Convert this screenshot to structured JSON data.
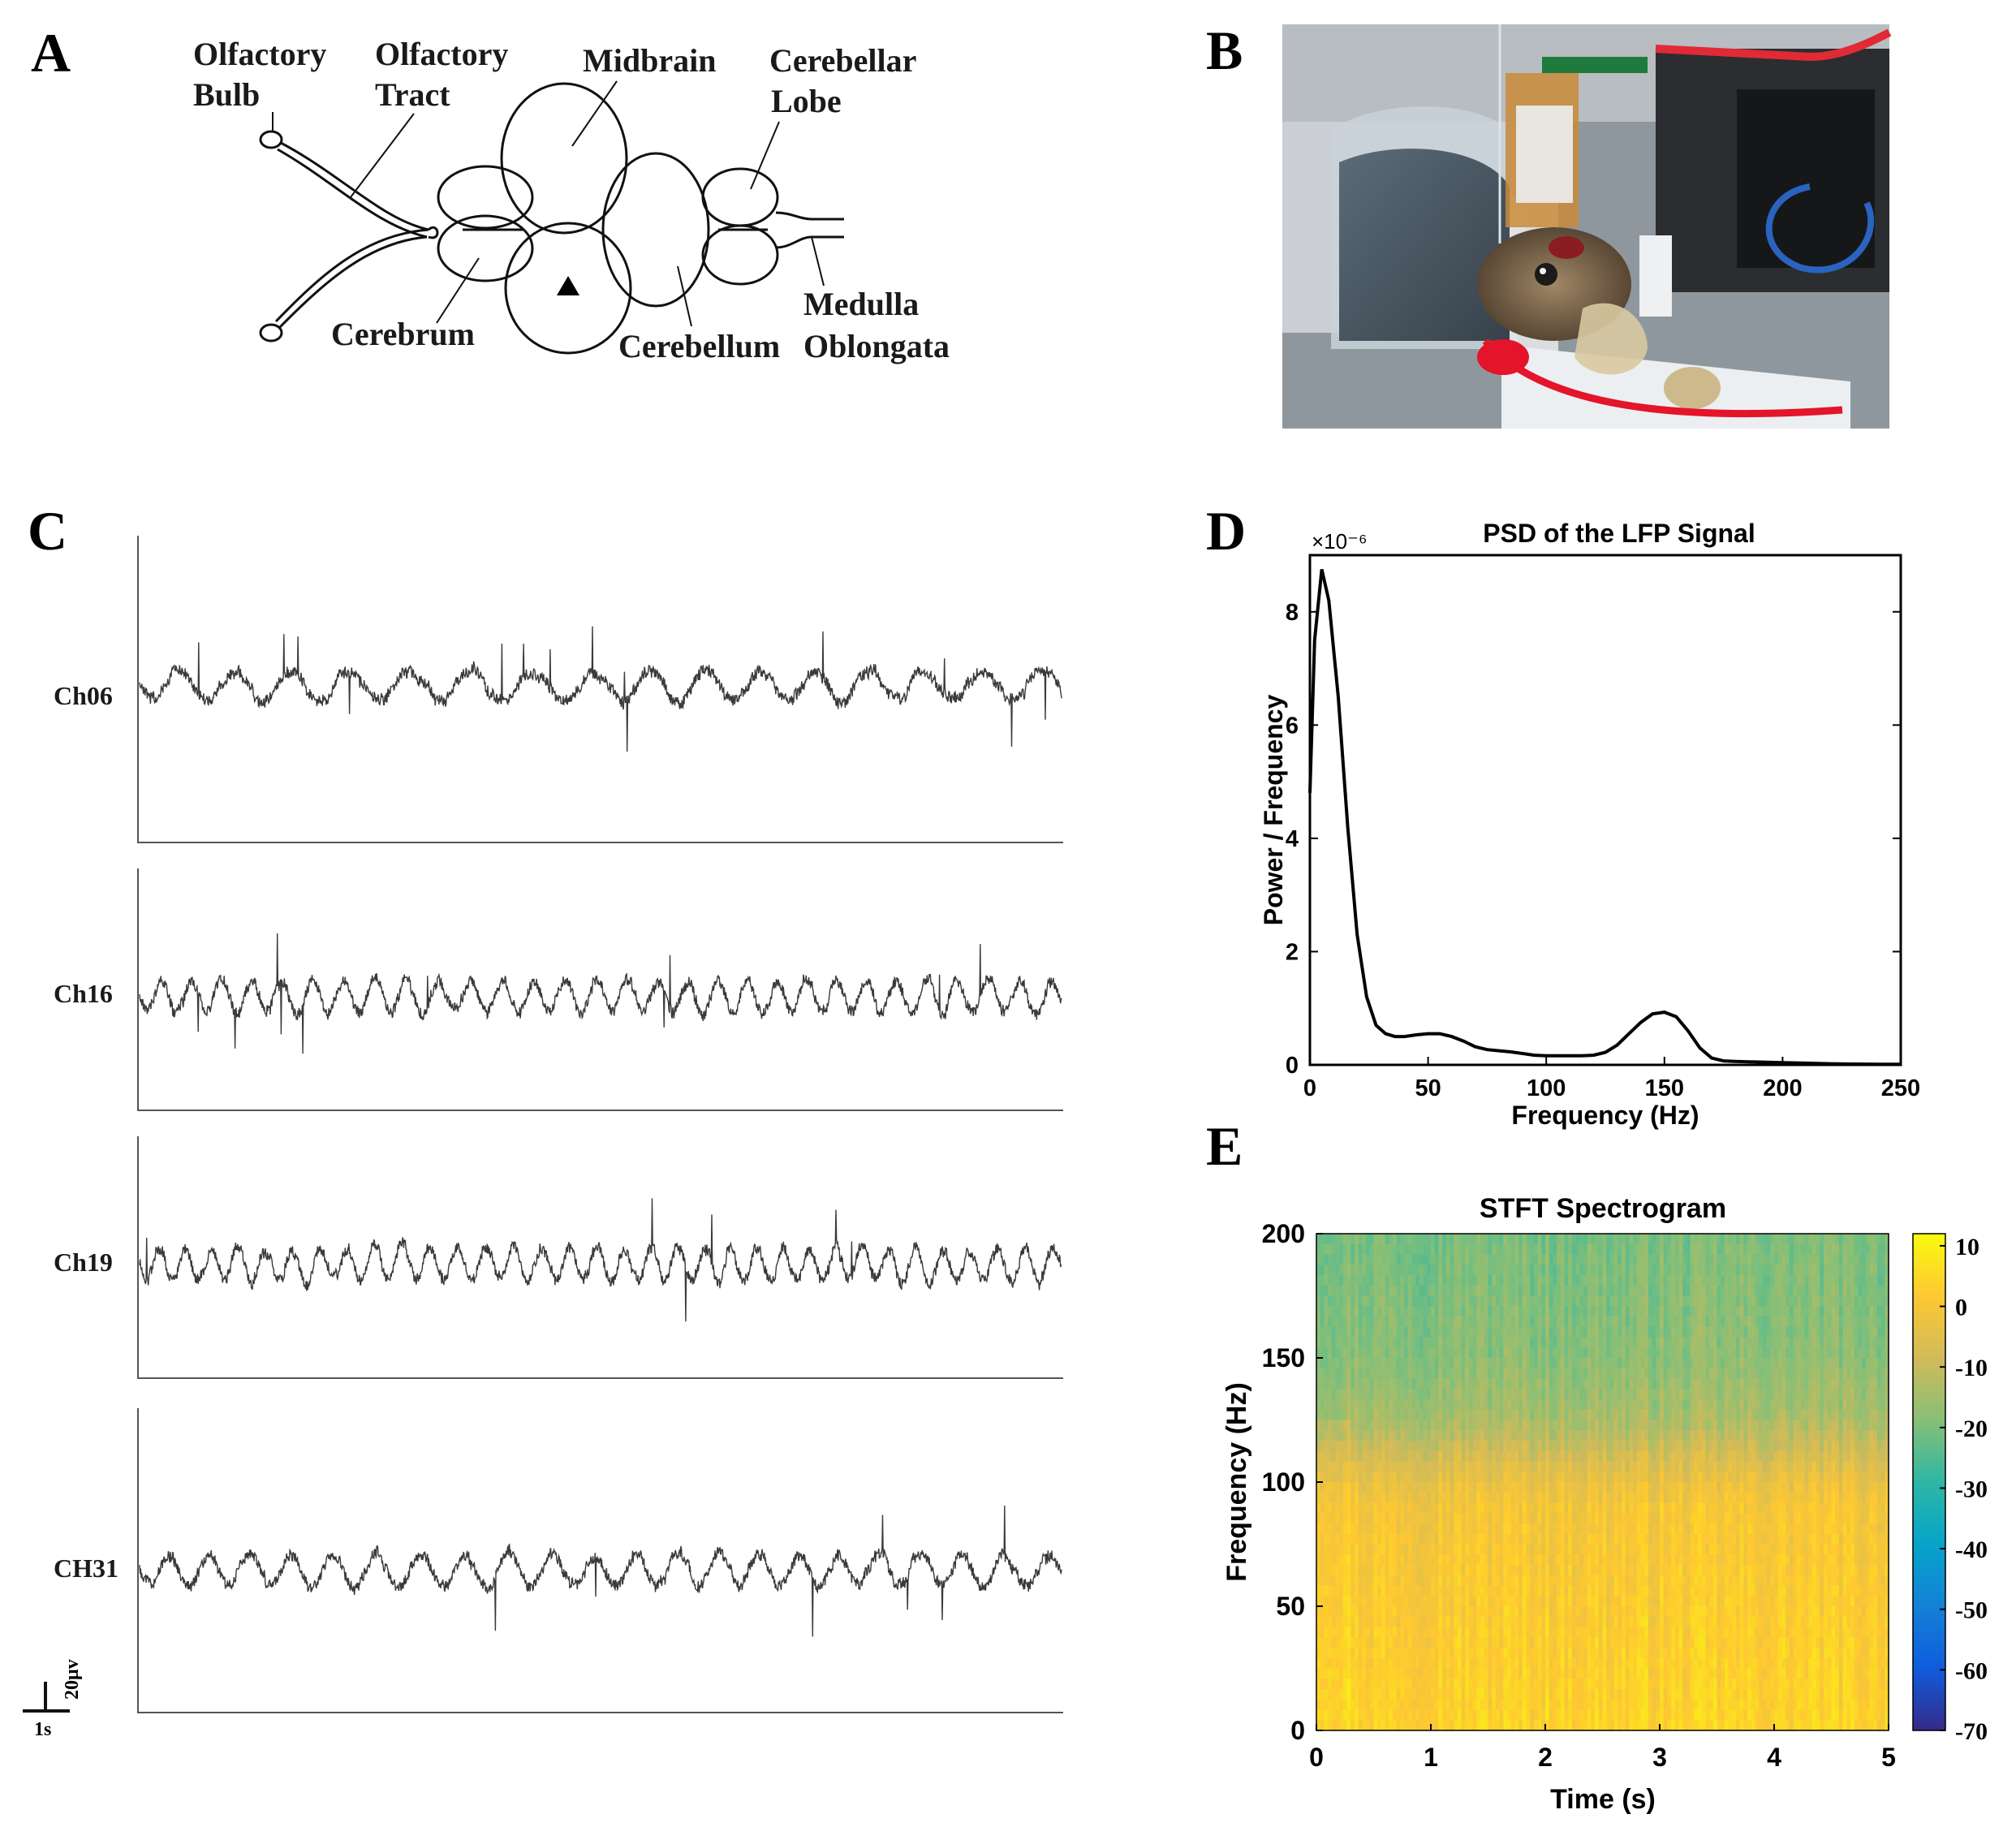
{
  "panels": {
    "a": {
      "letter": "A",
      "labels": {
        "olfactory_bulb": [
          "Olfactory",
          "Bulb"
        ],
        "olfactory_tract": [
          "Olfactory",
          "Tract"
        ],
        "midbrain": "Midbrain",
        "cerebellar_lobe": [
          "Cerebellar",
          "Lobe"
        ],
        "cerebrum": "Cerebrum",
        "cerebellum": "Cerebellum",
        "medulla_oblongata": [
          "Medulla",
          "Oblongata"
        ]
      }
    },
    "b": {
      "letter": "B"
    },
    "c": {
      "letter": "C",
      "channels": [
        "Ch06",
        "Ch16",
        "Ch19",
        "CH31"
      ],
      "scale_bar": {
        "vertical": "20μv",
        "horizontal": "1s"
      }
    },
    "d": {
      "letter": "D"
    },
    "e": {
      "letter": "E"
    }
  },
  "chart_data": [
    {
      "panel": "D",
      "type": "line",
      "title": "PSD of the LFP Signal",
      "xlabel": "Frequency (Hz)",
      "ylabel": "Power / Frequency",
      "y_multiplier": "×10⁻⁶",
      "xlim": [
        0,
        250
      ],
      "ylim": [
        0,
        9
      ],
      "xticks": [
        0,
        50,
        100,
        150,
        200,
        250
      ],
      "yticks": [
        0,
        2,
        4,
        6,
        8
      ],
      "grid": false,
      "series": [
        {
          "x": [
            0,
            2,
            5,
            8,
            12,
            16,
            20,
            24,
            28,
            32,
            36,
            40,
            45,
            50,
            55,
            60,
            65,
            70,
            75,
            80,
            85,
            90,
            95,
            100,
            105,
            110,
            115,
            120,
            125,
            130,
            135,
            140,
            145,
            150,
            155,
            160,
            165,
            170,
            175,
            180,
            190,
            200,
            210,
            220,
            230,
            240,
            250
          ],
          "y": [
            4.8,
            7.5,
            8.75,
            8.2,
            6.5,
            4.2,
            2.3,
            1.2,
            0.7,
            0.55,
            0.5,
            0.5,
            0.53,
            0.55,
            0.55,
            0.5,
            0.42,
            0.32,
            0.27,
            0.25,
            0.23,
            0.2,
            0.17,
            0.16,
            0.16,
            0.16,
            0.16,
            0.17,
            0.22,
            0.35,
            0.55,
            0.75,
            0.9,
            0.93,
            0.85,
            0.6,
            0.3,
            0.12,
            0.07,
            0.06,
            0.05,
            0.04,
            0.03,
            0.02,
            0.015,
            0.01,
            0.01
          ]
        }
      ]
    },
    {
      "panel": "E",
      "type": "heatmap",
      "title": "STFT Spectrogram",
      "xlabel": "Time (s)",
      "ylabel": "Frequency (Hz)",
      "xlim": [
        0,
        5
      ],
      "ylim": [
        0,
        200
      ],
      "xticks": [
        0,
        1,
        2,
        3,
        4,
        5
      ],
      "yticks": [
        0,
        50,
        100,
        150,
        200
      ],
      "colorbar": {
        "ticks": [
          10,
          0,
          -10,
          -20,
          -30,
          -40,
          -50,
          -60,
          -70
        ],
        "range": [
          -70,
          12
        ],
        "colors": [
          "#352a87",
          "#0f5cdd",
          "#1481d6",
          "#06a4ca",
          "#2eb7a4",
          "#87bf77",
          "#d1bb59",
          "#fec832",
          "#f9fb0e"
        ]
      },
      "profile": {
        "freq_hz": [
          0,
          50,
          90,
          100,
          110,
          120,
          130,
          150,
          175,
          200
        ],
        "mean_db": [
          4,
          2,
          0,
          -3,
          -7,
          -12,
          -15,
          -18,
          -19,
          -20
        ]
      }
    }
  ]
}
